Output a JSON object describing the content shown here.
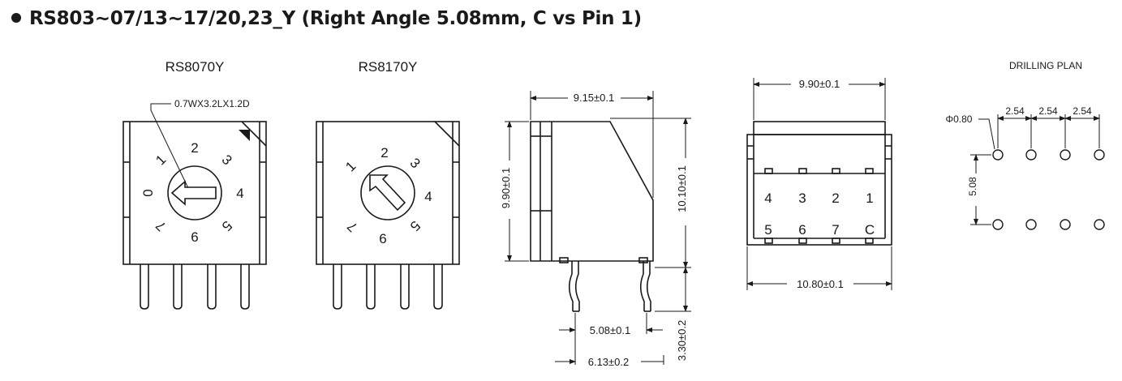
{
  "title": "RS803~07/13~17/20,23_Y (Right Angle 5.08mm, C vs Pin 1)",
  "views": {
    "rs8070y": {
      "label": "RS8070Y",
      "slot_note": "0.7WX3.2LX1.2D",
      "dial_numbers": [
        "0",
        "1",
        "2",
        "3",
        "4",
        "5",
        "6",
        "7"
      ]
    },
    "rs8170y": {
      "label": "RS8170Y",
      "dial_numbers": [
        "1",
        "2",
        "3",
        "4",
        "5",
        "6",
        "7"
      ]
    },
    "side": {
      "dim_top": "9.15±0.1",
      "dim_left": "9.90±0.1",
      "dim_right": "10.10±0.1",
      "dim_pin_pitch": "5.08±0.1",
      "dim_pin_span": "6.13±0.2",
      "dim_pin_length": "3.30±0.2"
    },
    "bottom": {
      "dim_top": "9.90±0.1",
      "dim_bottom": "10.80±0.1",
      "pins_top": [
        "4",
        "3",
        "2",
        "1"
      ],
      "pins_bottom": [
        "5",
        "6",
        "7",
        "C"
      ]
    },
    "drilling": {
      "label": "DRILLING PLAN",
      "hole_dia": "Φ0.80",
      "pitch": [
        "2.54",
        "2.54",
        "2.54"
      ],
      "row_spacing": "5.08"
    }
  }
}
